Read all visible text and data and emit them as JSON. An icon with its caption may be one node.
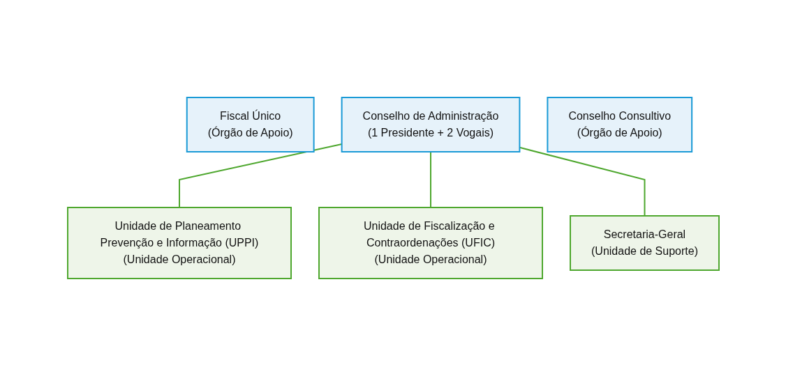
{
  "diagram": {
    "nodes": [
      {
        "text": [
          "Fiscal Único",
          "(Órgão de Apoio)"
        ]
      },
      {
        "text": [
          "Conselho de Administração",
          "(1 Presidente + 2 Vogais)"
        ]
      },
      {
        "text": [
          "Conselho Consultivo",
          "(Órgão de Apoio)"
        ]
      },
      {
        "text": [
          "Unidade de Planeamento Prevenção e Informação (UPPI)",
          "(Unidade Operacional)"
        ]
      },
      {
        "text": [
          "Unidade de Fiscalização e Contraordenações (UFIC)",
          "(Unidade Operacional)"
        ]
      },
      {
        "text": [
          "Secretaria-Geral",
          "(Unidade de Suporte)"
        ]
      }
    ],
    "edges": [
      {
        "from": 1,
        "to": 3,
        "arrow": "none"
      },
      {
        "from": 1,
        "to": 4,
        "arrow": "none"
      },
      {
        "from": 1,
        "to": 5,
        "arrow": "none"
      }
    ]
  }
}
